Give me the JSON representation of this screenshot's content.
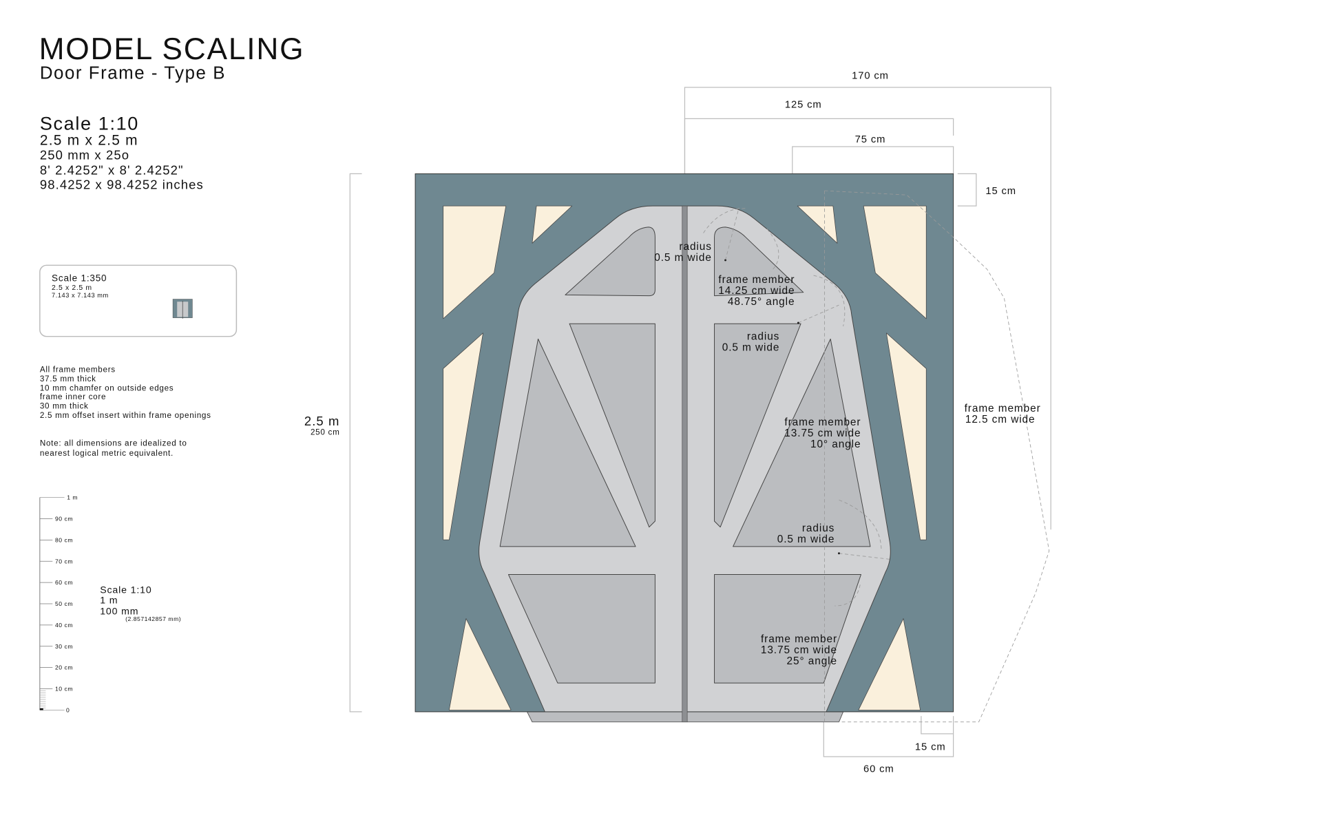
{
  "header": {
    "title": "MODEL SCALING",
    "subtitle": "Door Frame - Type B"
  },
  "specs": {
    "scale": "Scale 1:10",
    "lines": [
      "2.5 m x 2.5 m",
      "250 mm x 25o",
      "8' 2.4252\" x 8' 2.4252\"",
      "98.4252 x 98.4252 inches"
    ]
  },
  "inset": {
    "scale": "Scale 1:350",
    "size_m": "2.5 x 2.5 m",
    "size_mm": "7.143 x 7.143 mm"
  },
  "notes": {
    "lines": [
      "All frame members",
      "37.5 mm thick",
      "10 mm chamfer on outside edges",
      "frame inner core",
      "30 mm thick",
      "2.5 mm offset insert within frame openings"
    ],
    "note": [
      "Note: all dimensions are idealized to",
      "nearest logical metric equivalent."
    ]
  },
  "ruler": {
    "ticks": [
      "1 m",
      "90 cm",
      "80 cm",
      "70 cm",
      "60 cm",
      "50 cm",
      "40 cm",
      "30 cm",
      "20 cm",
      "10 cm",
      "0"
    ],
    "scale": "Scale 1:10",
    "length_m": "1 m",
    "length_mm": "100 mm",
    "exact": "(2.857142857 mm)"
  },
  "dimensions": {
    "height_m": "2.5 m",
    "height_cm": "250 cm",
    "w170": "170 cm",
    "w125": "125 cm",
    "w75": "75 cm",
    "top15": "15 cm",
    "bottom15": "15 cm",
    "bottom60": "60 cm"
  },
  "annotations": [
    {
      "l1": "radius",
      "l2": "0.5 m wide"
    },
    {
      "l1": "frame member",
      "l2": "14.25 cm wide",
      "l3": "48.75° angle"
    },
    {
      "l1": "radius",
      "l2": "0.5 m wide"
    },
    {
      "l1": "frame member",
      "l2": "13.75 cm wide",
      "l3": "10° angle"
    },
    {
      "l1": "radius",
      "l2": "0.5 m wide"
    },
    {
      "l1": "frame member",
      "l2": "13.75 cm wide",
      "l3": "25° angle"
    },
    {
      "l1": "frame member",
      "l2": "12.5 cm wide"
    }
  ],
  "colors": {
    "frame": "#6f8891",
    "core": "#d1d2d4",
    "panel": "#bbbdc0",
    "opening": "#faf0dc"
  }
}
